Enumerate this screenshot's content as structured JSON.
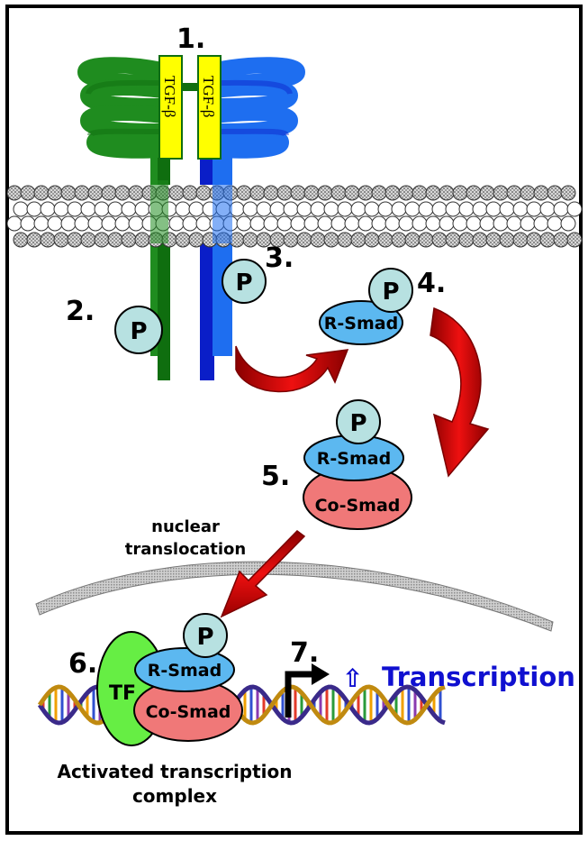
{
  "steps": [
    "1.",
    "2.",
    "3.",
    "4.",
    "5.",
    "6.",
    "7."
  ],
  "ligand": {
    "label": "TGF-β"
  },
  "phospho": {
    "label": "P"
  },
  "smads": {
    "r_smad": "R-Smad",
    "co_smad": "Co-Smad"
  },
  "tf": {
    "label": "TF"
  },
  "annotations": {
    "nuclear_line1": "nuclear",
    "nuclear_line2": "translocation",
    "transcription": "Transcription",
    "transcription_up_symbol": "⇧",
    "complex_line1": "Activated transcription",
    "complex_line2": "complex"
  },
  "colors": {
    "receptor_green": "#1f8c1f",
    "receptor_dark_green": "#0f6e0f",
    "receptor_blue": "#1e6ef0",
    "receptor_dark_blue": "#0a1ec8",
    "ligand_yellow": "#ffff00",
    "phospho_fill": "#b7e1e1",
    "r_smad_fill": "#5cb8f0",
    "co_smad_fill": "#f07878",
    "tf_fill": "#66ee44",
    "arrow_red": "#d40000",
    "transcription_blue": "#1010d0"
  }
}
